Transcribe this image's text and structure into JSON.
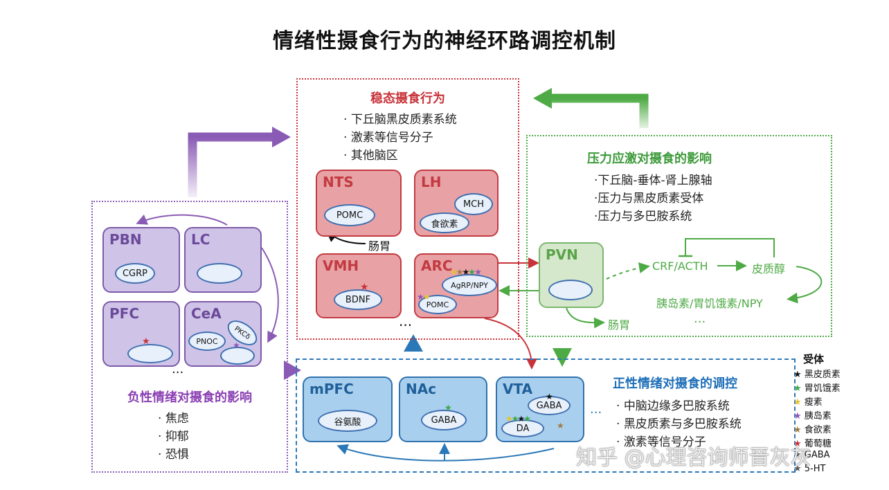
{
  "title": "情绪性摄食行为的神经环路调控机制",
  "homeostatic": {
    "title": "稳态摄食行为",
    "bullets": [
      "下丘脑黑皮质素系统",
      "激素等信号分子",
      "其他脑区"
    ],
    "nts": {
      "label": "NTS",
      "pomc": "POMC",
      "gut": "肠胃"
    },
    "lh": {
      "label": "LH",
      "mch": "MCH",
      "orexin": "食欲素"
    },
    "vmh": {
      "label": "VMH",
      "bdnf": "BDNF"
    },
    "arc": {
      "label": "ARC",
      "agrp": "AgRP/NPY",
      "pomc": "POMC"
    },
    "dots": "···"
  },
  "stress": {
    "title": "压力应激对摄食的影响",
    "bullets": [
      "下丘脑-垂体-肾上腺轴",
      "压力与黑皮质素受体",
      "压力与多巴胺系统"
    ],
    "pvn": "PVN",
    "crf": "CRF/ACTH",
    "cortisol": "皮质醇",
    "hormones": "胰岛素/胃饥饿素/NPY",
    "gut": "肠胃",
    "dots": "···"
  },
  "negative": {
    "title": "负性情绪对摄食的影响",
    "bullets": [
      "焦虑",
      "抑郁",
      "恐惧"
    ],
    "pbn": {
      "label": "PBN",
      "cgrp": "CGRP"
    },
    "lc": {
      "label": "LC"
    },
    "pfc": {
      "label": "PFC"
    },
    "cea": {
      "label": "CeA",
      "pnoc": "PNOC",
      "pkc": "PKCδ"
    },
    "dots": "···"
  },
  "positive": {
    "title": "正性情绪对摄食的调控",
    "bullets": [
      "中脑边缘多巴胺系统",
      "黑皮质素与多巴胺系统",
      "激素等信号分子"
    ],
    "mpfc": {
      "label": "mPFC",
      "glu": "谷氨酸"
    },
    "nac": {
      "label": "NAc",
      "gaba": "GABA"
    },
    "vta": {
      "label": "VTA",
      "gaba": "GABA",
      "da": "DA"
    },
    "dots": "···"
  },
  "legend": {
    "title": "受体",
    "items": [
      {
        "label": "黑皮质素",
        "color": "#111111"
      },
      {
        "label": "胃饥饿素",
        "color": "#3aa845"
      },
      {
        "label": "瘦素",
        "color": "#e6c229"
      },
      {
        "label": "胰岛素",
        "color": "#8a55b8"
      },
      {
        "label": "食欲素",
        "color": "#a07a3a"
      },
      {
        "label": "葡萄糖",
        "color": "#c8333a"
      },
      {
        "label": "GABA",
        "color": "#555555"
      },
      {
        "label": "5-HT",
        "color": "#555555"
      }
    ]
  },
  "watermark": "知乎 @心理咨询师晋灰灰",
  "colors": {
    "red": "#c8333a",
    "purple": "#8a5bb5",
    "green": "#4eaa45",
    "blue": "#2b78b8"
  }
}
